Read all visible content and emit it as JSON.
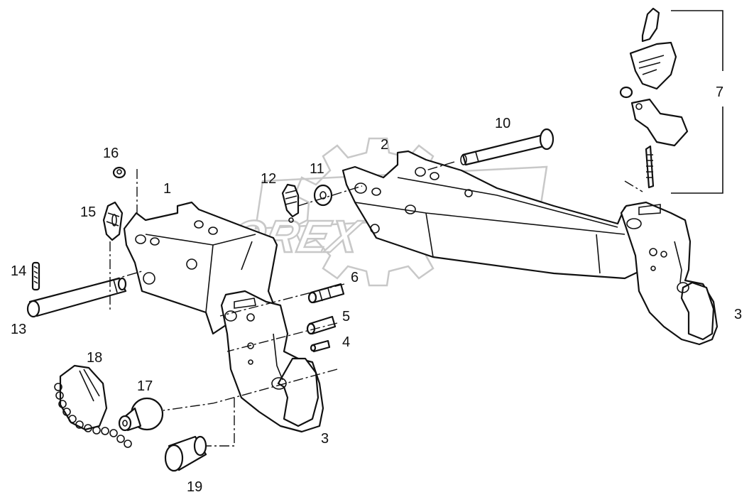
{
  "watermark": {
    "text": "OREX"
  },
  "callouts": {
    "c1": "1",
    "c2": "2",
    "c3a": "3",
    "c3b": "3",
    "c4": "4",
    "c5": "5",
    "c6": "6",
    "c7": "7",
    "c10": "10",
    "c11": "11",
    "c12": "12",
    "c13": "13",
    "c14": "14",
    "c15": "15",
    "c16": "16",
    "c17": "17",
    "c18": "18",
    "c19": "19"
  },
  "colors": {
    "line": "#111111",
    "watermark": "#c8c8c8",
    "background": "#ffffff"
  }
}
